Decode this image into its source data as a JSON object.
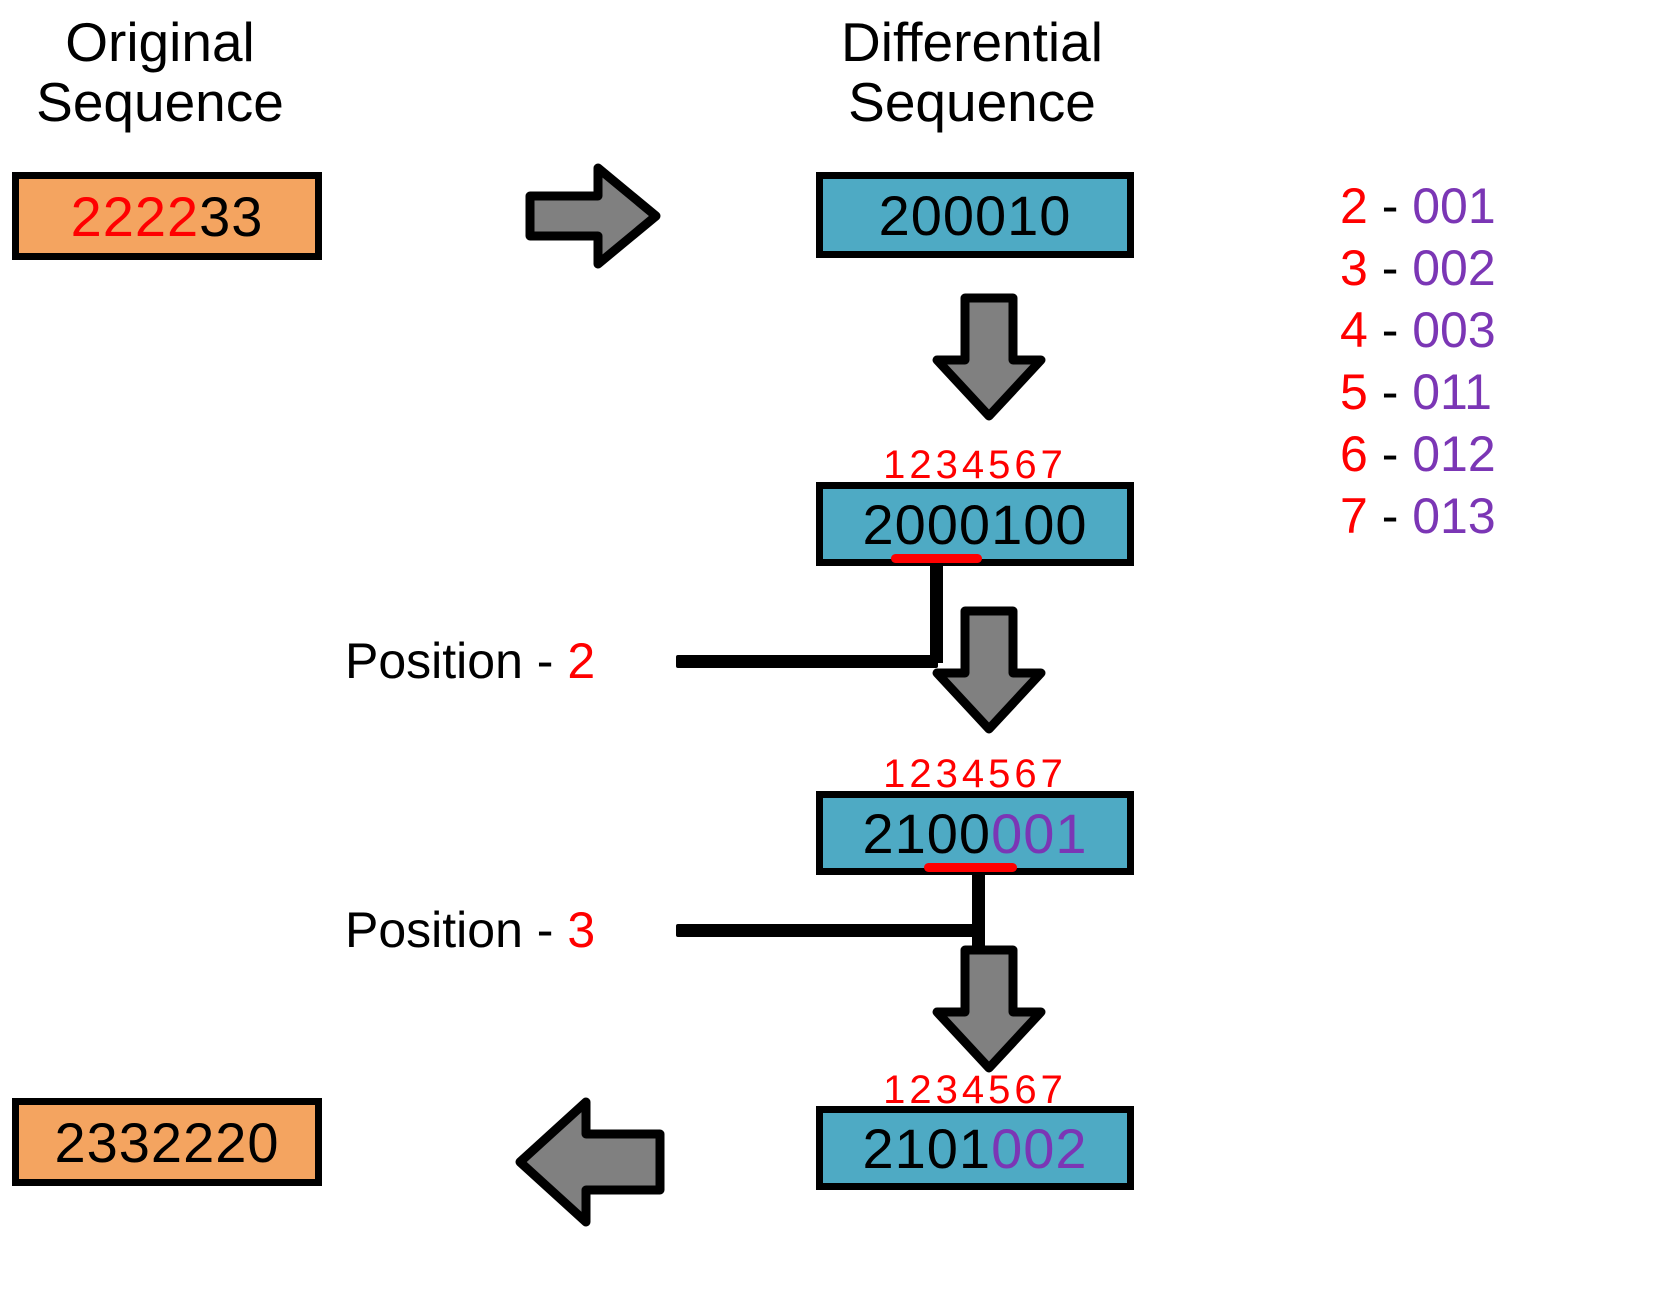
{
  "headings": {
    "original": "Original\nSequence",
    "differential": "Differential\nSequence"
  },
  "colors": {
    "orange_fill": "#F4A460",
    "blue_fill": "#4EAAC4",
    "outline": "#000000",
    "arrow_fill": "#808080",
    "red": "#FF0000",
    "purple": "#7B36B5"
  },
  "boxes": {
    "original_sequence": {
      "value": "222233",
      "red_part": "2222",
      "black_part": "33"
    },
    "differential_sequence": {
      "value": "200010"
    },
    "step1": {
      "value": "2000100",
      "black_part": "2000100",
      "purple_part": "",
      "ruler": "1234567",
      "underline_from": 2,
      "underline_to": 4
    },
    "step2": {
      "value": "2100001",
      "black_part": "2100",
      "purple_part": "001",
      "ruler": "1234567",
      "underline_from": 3,
      "underline_to": 5
    },
    "step3": {
      "value": "2101002",
      "black_part": "2101",
      "purple_part": "002",
      "ruler": "1234567"
    },
    "final_sequence": {
      "value": "2332220"
    }
  },
  "position_labels": [
    {
      "prefix": "Position - ",
      "value": "2"
    },
    {
      "prefix": "Position - ",
      "value": "3"
    }
  ],
  "legend": {
    "rows": [
      {
        "key": "2",
        "dash": " - ",
        "value": "001"
      },
      {
        "key": "3",
        "dash": " - ",
        "value": "002"
      },
      {
        "key": "4",
        "dash": " - ",
        "value": "003"
      },
      {
        "key": "5",
        "dash": " - ",
        "value": "011"
      },
      {
        "key": "6",
        "dash": " - ",
        "value": "012"
      },
      {
        "key": "7",
        "dash": " - ",
        "value": "013"
      }
    ]
  },
  "arrows": {
    "right_top": "arrow-right",
    "down_1": "arrow-down",
    "down_2": "arrow-down",
    "down_3": "arrow-down",
    "left_bottom": "arrow-left"
  }
}
